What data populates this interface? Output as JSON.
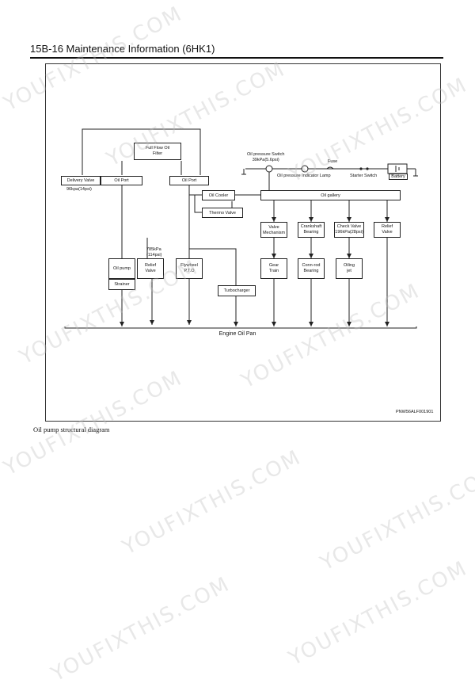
{
  "page": {
    "header": "15B-16   Maintenance Information (6HK1)",
    "caption": "Oil pump structural diagram",
    "figure_code": "PNW56ALF001901"
  },
  "watermark": "YOUFIXTHIS.COM",
  "nodes": {
    "full_flow_oil_filter": "Full Flow Oil\nFilter",
    "delivery_valve": "Delivery Valve",
    "delivery_valve_pressure": "96kpa(14psi)",
    "oil_port_left": "Oil Port",
    "oil_port_right": "Oil Port",
    "oil_cooler": "Oil Cooler",
    "thermo_valve": "Thermo Valve",
    "oil_gallery": "Oil gallery",
    "oil_pressure_switch": "Oil pressure Switch\n39kPa(5.6psi)",
    "oil_pressure_indicator_lamp": "Oil pressure Indicator Lamp",
    "fuse": "Fuse",
    "starter_switch": "Starter Switch",
    "battery": "Battery",
    "valve_mechanism": "Valve\nMechanism",
    "crankshaft_bearing": "Crankshaft\nBearing",
    "check_valve": "Check Valve\n196kPa(28psi)",
    "relief_valve_right": "Relief\nValve",
    "relief_valve_pressure": "785kPa\n(114psi)",
    "oil_pump": "Oil pump",
    "strainer": "Strainer",
    "relief_valve_left": "Relief\nValve",
    "flywheel_pto": "Flywheel\nP.T.O",
    "turbocharger": "Turbocharger",
    "gear_train": "Gear\nTrain",
    "conn_rod_bearing": "Conn-rod\nBearing",
    "oiling_jet": "Oiling\njet",
    "engine_oil_pan": "Engine Oil Pan"
  }
}
